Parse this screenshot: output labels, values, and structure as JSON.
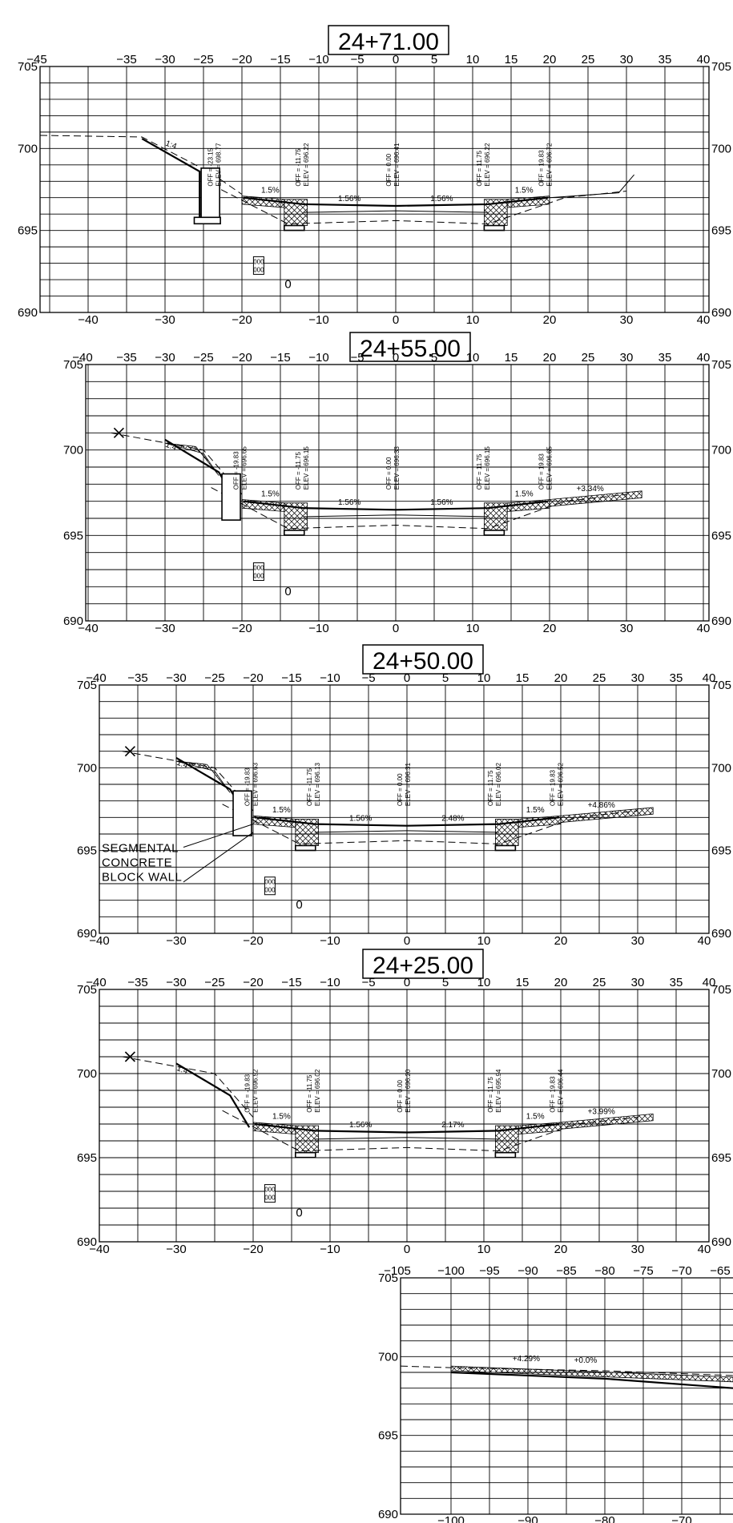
{
  "x_ticks": [
    "-40",
    "-35",
    "-30",
    "-25",
    "-20",
    "-15",
    "-10",
    "-5",
    "0",
    "5",
    "10",
    "15",
    "20",
    "25",
    "30",
    "35",
    "40"
  ],
  "x_ticks_major": [
    "-40",
    "-30",
    "-20",
    "-10",
    "0",
    "10",
    "20",
    "30",
    "40"
  ],
  "y_ticks": [
    "705",
    "700",
    "695",
    "690"
  ],
  "label_prefix": {
    "off": "OFF =",
    "elev": "ELEV ="
  },
  "sections": [
    {
      "station": "24+71.00",
      "top_left_tick": "-45",
      "slopes": {
        "left_outer": "1.5%",
        "left": "1.56%",
        "right": "1.56%",
        "right_outer": "1.5%",
        "fill": "1:4",
        "right_fill": ""
      },
      "points": [
        {
          "off": "-23.15",
          "elev": "698.77"
        },
        {
          "off": "-11.75",
          "elev": "696.22"
        },
        {
          "off": "0.00",
          "elev": "696.41"
        },
        {
          "off": "11.75",
          "elev": "696.22"
        },
        {
          "off": "19.83",
          "elev": "696.72"
        }
      ],
      "note": []
    },
    {
      "station": "24+55.00",
      "top_left_tick": "-40",
      "slopes": {
        "left_outer": "1.5%",
        "left": "1.56%",
        "right": "1.56%",
        "right_outer": "1.5%",
        "fill": "1:4",
        "right_fill": "+3.34%"
      },
      "points": [
        {
          "off": "-19.83",
          "elev": "696.65"
        },
        {
          "off": "-11.75",
          "elev": "696.15"
        },
        {
          "off": "0.00",
          "elev": "696.33"
        },
        {
          "off": "11.75",
          "elev": "696.15"
        },
        {
          "off": "19.83",
          "elev": "696.65"
        }
      ],
      "note": []
    },
    {
      "station": "24+50.00",
      "top_left_tick": "-40",
      "slopes": {
        "left_outer": "1.5%",
        "left": "1.56%",
        "right": "2.48%",
        "right_outer": "1.5%",
        "fill": "1:4",
        "right_fill": "+4.86%"
      },
      "points": [
        {
          "off": "-19.83",
          "elev": "696.63"
        },
        {
          "off": "-11.75",
          "elev": "696.13"
        },
        {
          "off": "0.00",
          "elev": "696.31"
        },
        {
          "off": "11.75",
          "elev": "696.02"
        },
        {
          "off": "19.83",
          "elev": "696.52"
        }
      ],
      "note": [
        "SEGMENTAL",
        "CONCRETE",
        "BLOCK WALL"
      ]
    },
    {
      "station": "24+25.00",
      "top_left_tick": "-40",
      "slopes": {
        "left_outer": "1.5%",
        "left": "1.56%",
        "right": "2.17%",
        "right_outer": "1.5%",
        "fill": "1:4",
        "right_fill": "+3.99%"
      },
      "points": [
        {
          "off": "-19.83",
          "elev": "696.52"
        },
        {
          "off": "-11.75",
          "elev": "696.02"
        },
        {
          "off": "0.00",
          "elev": "696.20"
        },
        {
          "off": "11.75",
          "elev": "695.94"
        },
        {
          "off": "19.83",
          "elev": "696.44"
        }
      ],
      "note": []
    }
  ],
  "partial_section": {
    "top_ticks": [
      "-105",
      "-100",
      "-95",
      "-90",
      "-85",
      "-80",
      "-75",
      "-70",
      "-65"
    ],
    "bottom_ticks": [
      "-100",
      "-90",
      "-80",
      "-70"
    ],
    "y_ticks": [
      "705",
      "700",
      "695",
      "690"
    ],
    "slopes": [
      "+4.29%",
      "+0.0%"
    ]
  },
  "markers": {
    "drain": "0",
    "pipe": "000"
  }
}
